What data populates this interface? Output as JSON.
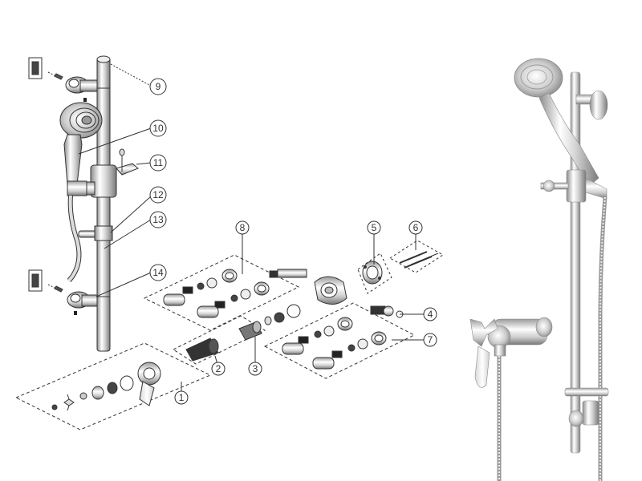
{
  "callouts": {
    "c1": "1",
    "c2": "2",
    "c3": "3",
    "c4": "4",
    "c5": "5",
    "c6": "6",
    "c7": "7",
    "c8": "8",
    "c9": "9",
    "c10": "10",
    "c11": "11",
    "c12": "12",
    "c13": "13",
    "c14": "14"
  },
  "colors": {
    "line": "#333333",
    "chrome_light": "#f4f4f4",
    "chrome_mid": "#c9c9c9",
    "chrome_dark": "#8a8a8a",
    "dark_part": "#2a2a2a"
  }
}
